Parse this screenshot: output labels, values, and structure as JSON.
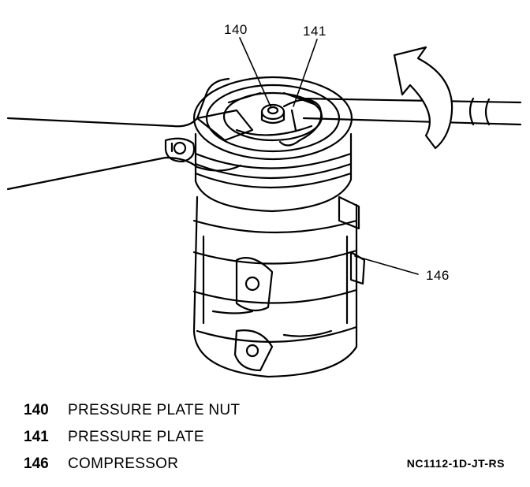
{
  "callouts": {
    "c140": "140",
    "c141": "141",
    "c146": "146"
  },
  "legend": [
    {
      "number": "140",
      "label": "PRESSURE PLATE NUT"
    },
    {
      "number": "141",
      "label": "PRESSURE PLATE"
    },
    {
      "number": "146",
      "label": "COMPRESSOR"
    }
  ],
  "figure_code": "NC1112-1D-JT-RS",
  "icons": {
    "rotation": "curved-arrow-icon"
  }
}
